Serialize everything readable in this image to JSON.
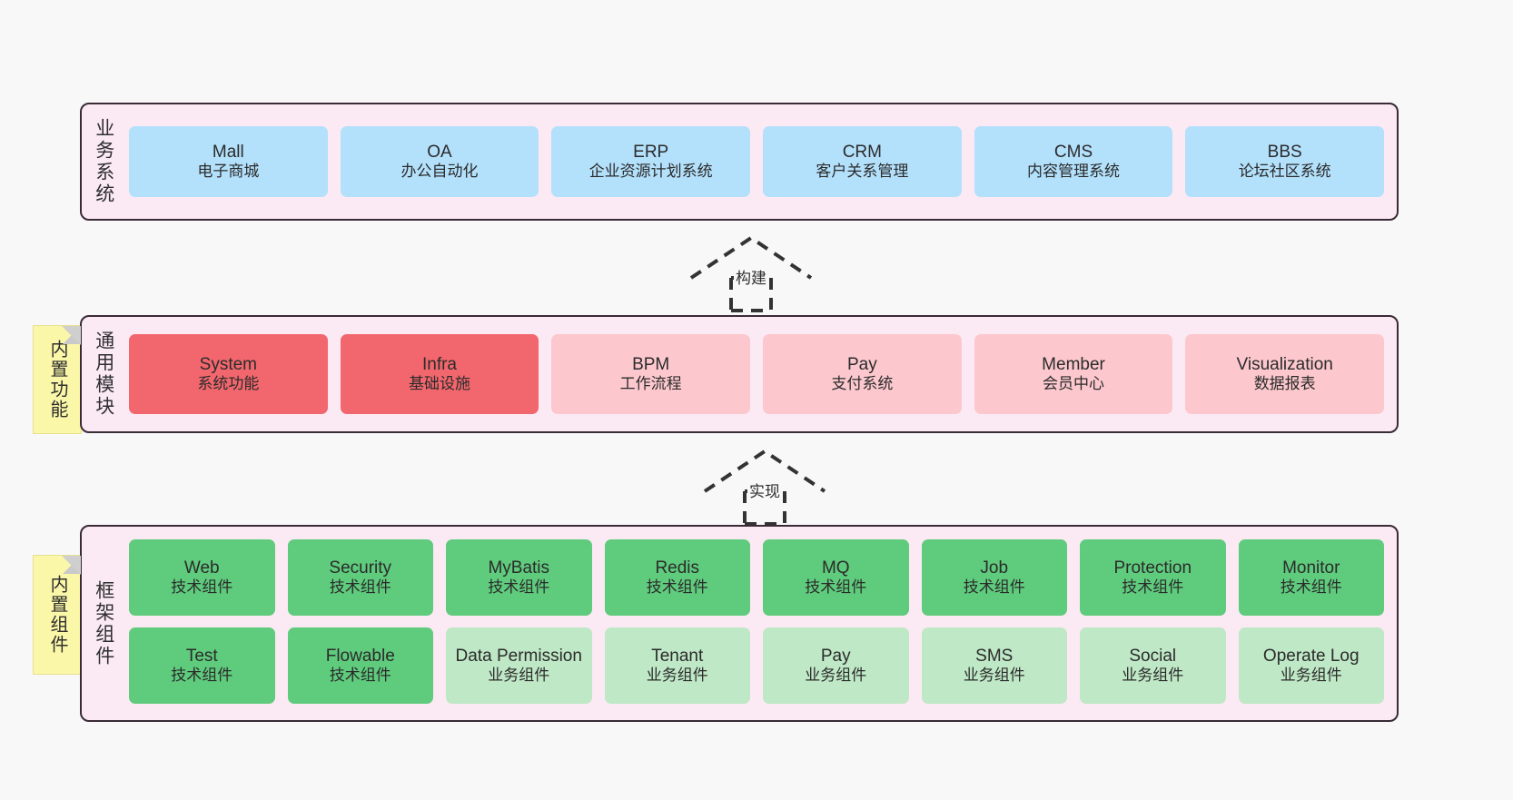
{
  "diagram": {
    "title_note": "architecture-layer-diagram",
    "background": "#f8f8f8",
    "layer_bg": "#fbeaf4",
    "layer_border": "#3a2b36",
    "sticky_bg": "#fbf7a8"
  },
  "layers": [
    {
      "key": "business",
      "label": "业务系统",
      "sticky": null,
      "rows": [
        {
          "style": "blue",
          "cards": [
            {
              "title": "Mall",
              "subtitle": "电子商城"
            },
            {
              "title": "OA",
              "subtitle": "办公自动化"
            },
            {
              "title": "ERP",
              "subtitle": "企业资源计划系统"
            },
            {
              "title": "CRM",
              "subtitle": "客户关系管理"
            },
            {
              "title": "CMS",
              "subtitle": "内容管理系统"
            },
            {
              "title": "BBS",
              "subtitle": "论坛社区系统"
            }
          ]
        }
      ]
    },
    {
      "key": "common-modules",
      "label": "通用模块",
      "sticky": "内置功能",
      "rows": [
        {
          "style": "mixed",
          "cards": [
            {
              "title": "System",
              "subtitle": "系统功能",
              "style": "red"
            },
            {
              "title": "Infra",
              "subtitle": "基础设施",
              "style": "red"
            },
            {
              "title": "BPM",
              "subtitle": "工作流程",
              "style": "pinklight"
            },
            {
              "title": "Pay",
              "subtitle": "支付系统",
              "style": "pinklight"
            },
            {
              "title": "Member",
              "subtitle": "会员中心",
              "style": "pinklight"
            },
            {
              "title": "Visualization",
              "subtitle": "数据报表",
              "style": "pinklight"
            }
          ]
        }
      ]
    },
    {
      "key": "framework-components",
      "label": "框架组件",
      "sticky": "内置组件",
      "rows": [
        {
          "style": "green",
          "cards": [
            {
              "title": "Web",
              "subtitle": "技术组件",
              "style": "green"
            },
            {
              "title": "Security",
              "subtitle": "技术组件",
              "style": "green"
            },
            {
              "title": "MyBatis",
              "subtitle": "技术组件",
              "style": "green"
            },
            {
              "title": "Redis",
              "subtitle": "技术组件",
              "style": "green"
            },
            {
              "title": "MQ",
              "subtitle": "技术组件",
              "style": "green"
            },
            {
              "title": "Job",
              "subtitle": "技术组件",
              "style": "green"
            },
            {
              "title": "Protection",
              "subtitle": "技术组件",
              "style": "green"
            },
            {
              "title": "Monitor",
              "subtitle": "技术组件",
              "style": "green"
            }
          ]
        },
        {
          "style": "green-mixed",
          "cards": [
            {
              "title": "Test",
              "subtitle": "技术组件",
              "style": "green"
            },
            {
              "title": "Flowable",
              "subtitle": "技术组件",
              "style": "green"
            },
            {
              "title": "Data Permission",
              "subtitle": "业务组件",
              "style": "greenlight"
            },
            {
              "title": "Tenant",
              "subtitle": "业务组件",
              "style": "greenlight"
            },
            {
              "title": "Pay",
              "subtitle": "业务组件",
              "style": "greenlight"
            },
            {
              "title": "SMS",
              "subtitle": "业务组件",
              "style": "greenlight"
            },
            {
              "title": "Social",
              "subtitle": "业务组件",
              "style": "greenlight"
            },
            {
              "title": "Operate Log",
              "subtitle": "业务组件",
              "style": "greenlight"
            }
          ]
        }
      ]
    }
  ],
  "connectors": [
    {
      "key": "build",
      "label": "构建",
      "from": "common-modules",
      "to": "business"
    },
    {
      "key": "implement",
      "label": "实现",
      "from": "framework-components",
      "to": "common-modules"
    }
  ]
}
